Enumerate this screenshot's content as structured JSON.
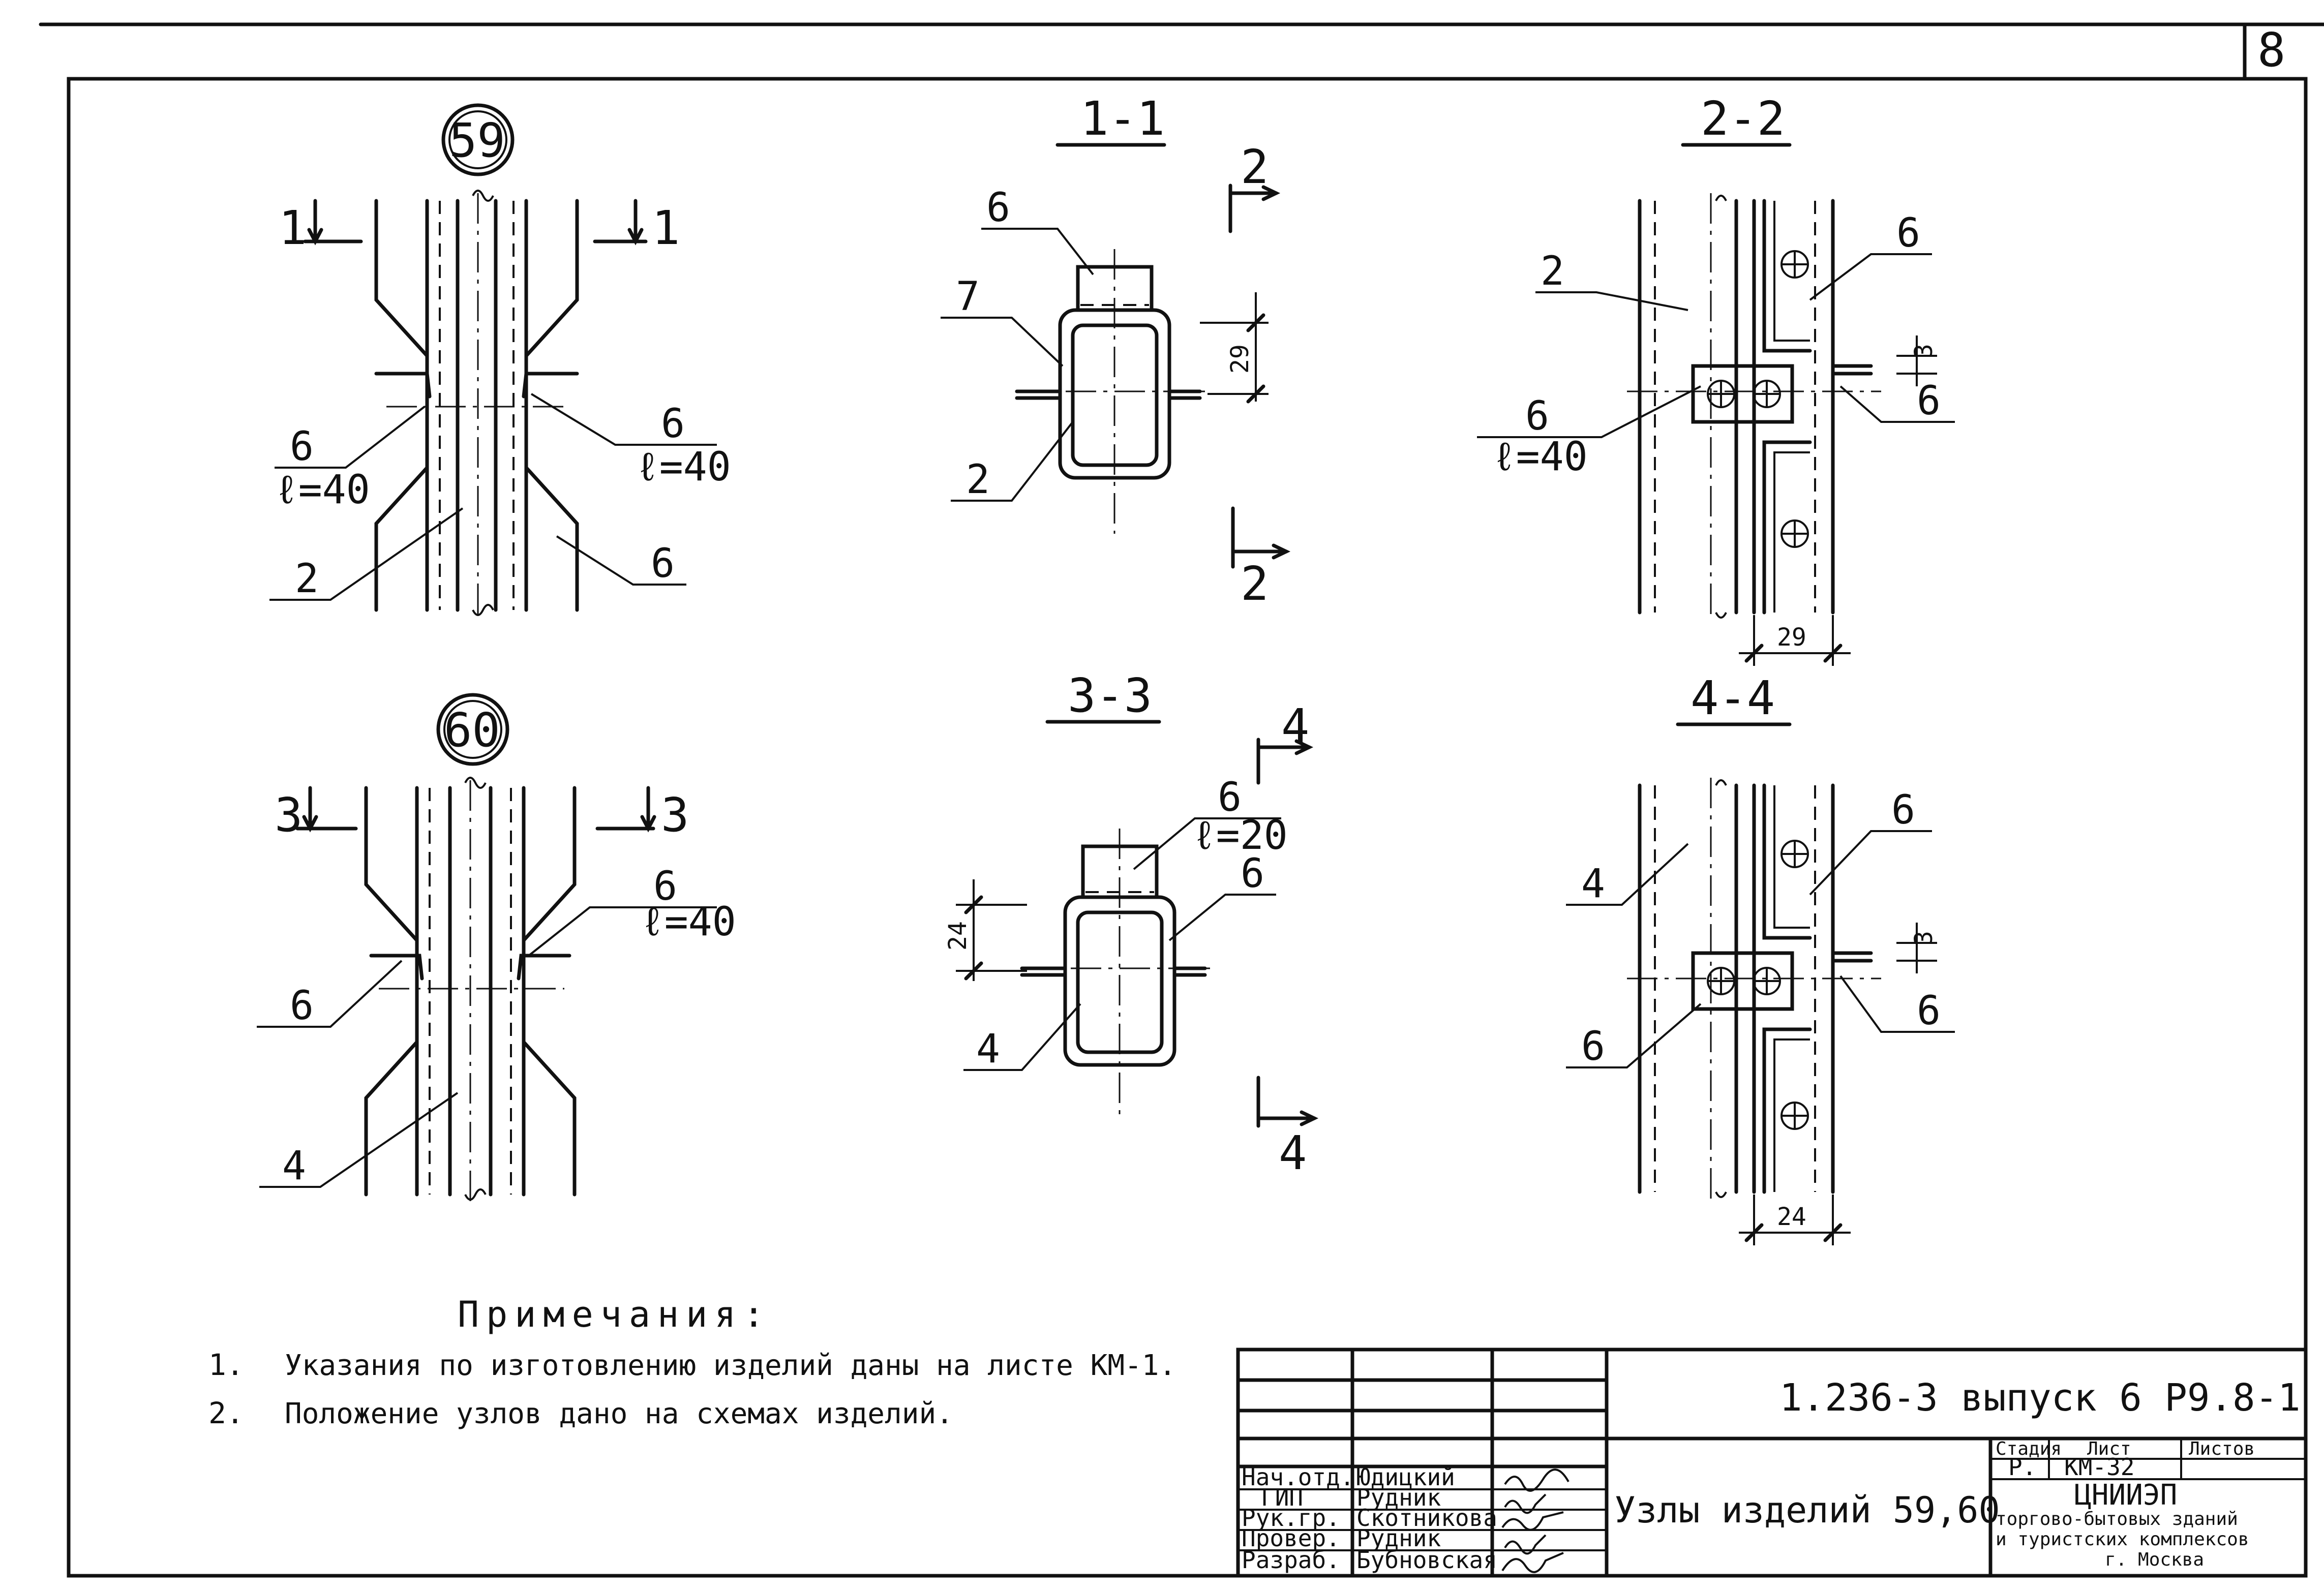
{
  "sheet": {
    "page_number": "8"
  },
  "nodes": {
    "n59": {
      "id": "59",
      "cut_left": "1",
      "cut_right": "1",
      "lbl_len_left": "6",
      "lbl_len_left_l": "ℓ=40",
      "lbl_len_right": "6",
      "lbl_len_right_l": "ℓ=40",
      "lbl_member": "2",
      "lbl_plate": "6"
    },
    "n60": {
      "id": "60",
      "cut_left": "3",
      "cut_right": "3",
      "lbl_right": "6",
      "lbl_right_l": "ℓ=40",
      "lbl_left": "6",
      "lbl_member": "4"
    }
  },
  "sections": {
    "s11": {
      "title": "1-1",
      "lbl_top": "6",
      "lbl_plate": "7",
      "lbl_member": "2",
      "dim": "29",
      "arrow_top": "2",
      "arrow_bot": "2"
    },
    "s22": {
      "title": "2-2",
      "lbl_member": "2",
      "lbl_plate_top": "6",
      "lbl_plate_mid": "6",
      "lbl_plate_mid_l": "ℓ=40",
      "lbl_right": "6",
      "dim_small": "3",
      "dim_bottom": "29"
    },
    "s33": {
      "title": "3-3",
      "lbl_top": "6",
      "lbl_top_l": "ℓ=20",
      "lbl_plate": "6",
      "lbl_member": "4",
      "dim": "24",
      "arrow_top": "4",
      "arrow_bot": "4"
    },
    "s44": {
      "title": "4-4",
      "lbl_member": "4",
      "lbl_plate_top": "6",
      "lbl_left": "6",
      "lbl_right": "6",
      "dim_small": "3",
      "dim_bottom": "24"
    }
  },
  "notes": {
    "heading": "Примечания:",
    "items": [
      {
        "num": "1.",
        "text": "Указания по изготовлению изделий даны на листе КМ-1."
      },
      {
        "num": "2.",
        "text": "Положение узлов дано на схемах изделий."
      }
    ]
  },
  "title_block": {
    "doc_code": "1.236-3   выпуск 6   Р9.8-1",
    "title": "Узлы изделий 59,60",
    "stage_label": "Стадия",
    "sheet_label": "Лист",
    "sheets_label": "Листов",
    "stage_value": "Р.",
    "sheet_value": "КМ-32",
    "org_name": "ЦНИИЭП",
    "org_line1": "торгово-бытовых зданий",
    "org_line2": "и туристских комплексов",
    "org_city": "г. Москва",
    "staff": [
      {
        "role": "Нач.отд.",
        "name": "Юдицкий"
      },
      {
        "role": "ГИП",
        "name": "Рудник"
      },
      {
        "role": "Рук.гр.",
        "name": "Скотникова"
      },
      {
        "role": "Провер.",
        "name": "Рудник"
      },
      {
        "role": "Разраб.",
        "name": "Бубновская"
      }
    ]
  }
}
